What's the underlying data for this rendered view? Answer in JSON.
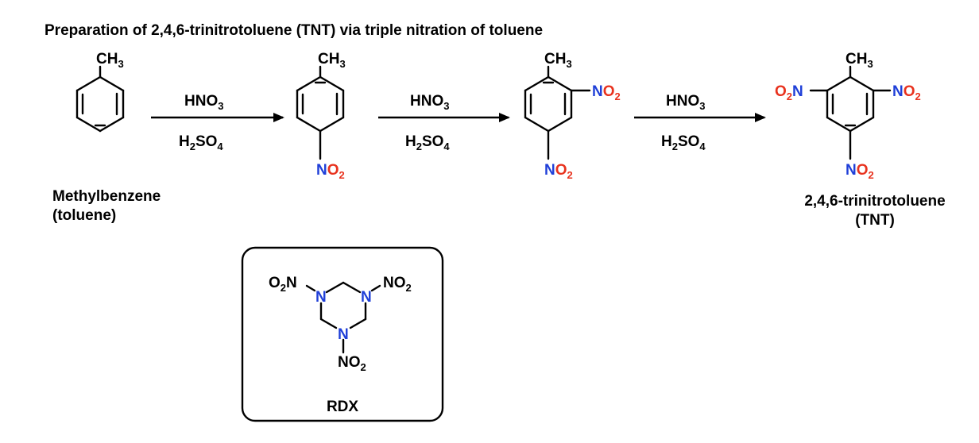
{
  "title": "Preparation of 2,4,6-trinitrotoluene (TNT) via triple nitration of toluene",
  "reagents": {
    "top": "HNO3",
    "bottom": "H2SO4"
  },
  "groups": {
    "methyl": "CH3",
    "nitro": "NO2",
    "nitro_left": "O2N",
    "amine_n": "N"
  },
  "captions": {
    "toluene_line1": "Methylbenzene",
    "toluene_line2": "(toluene)",
    "tnt_line1": "2,4,6-trinitrotoluene",
    "tnt_line2": "(TNT)",
    "rdx": "RDX"
  },
  "colors": {
    "nitrogen": "#1f3fd8",
    "oxygen": "#e8321e",
    "bond": "#000000"
  }
}
